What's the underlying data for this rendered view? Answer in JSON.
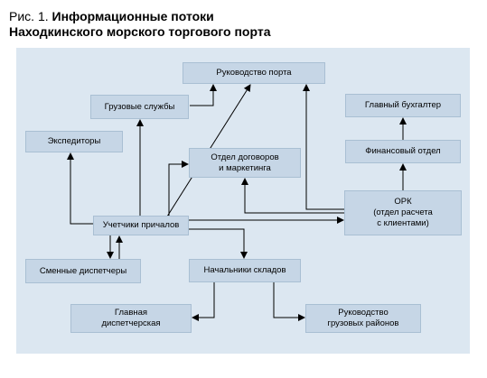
{
  "title": {
    "prefix": "Рис. 1.",
    "line1": "Информационные потоки",
    "line2": "Находкинского морского торгового порта"
  },
  "nodes": {
    "port_management": "Руководство порта",
    "cargo_services": "Грузовые службы",
    "chief_accountant": "Главный бухгалтер",
    "forwarders": "Экспедиторы",
    "contracts_marketing": "Отдел договоров\nи маркетинга",
    "finance_department": "Финансовый отдел",
    "ork": "ОРК\n(отдел расчета\nс клиентами)",
    "berth_clerks": "Учетчики причалов",
    "shift_dispatchers": "Сменные диспетчеры",
    "warehouse_chiefs": "Начальники складов",
    "main_dispatch": "Главная\nдиспетчерская",
    "cargo_district_management": "Руководство\nгрузовых районов"
  }
}
